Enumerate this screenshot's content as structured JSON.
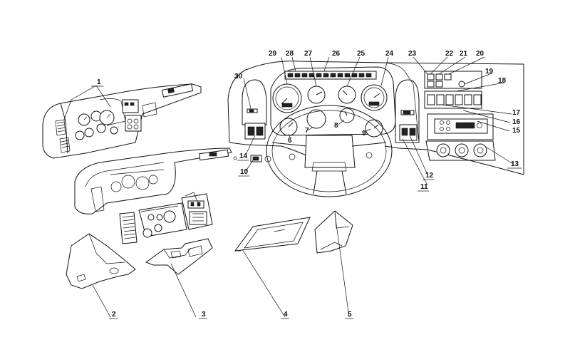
{
  "callouts": {
    "c1": "1",
    "c2": "2",
    "c3": "3",
    "c4": "4",
    "c5": "5",
    "c6": "6",
    "c7": "7",
    "c8": "8",
    "c9": "9",
    "c10": "10",
    "c11": "11",
    "c12": "12",
    "c13": "13",
    "c14": "14",
    "c15": "15",
    "c16": "16",
    "c17": "17",
    "c18": "18",
    "c19": "19",
    "c20": "20",
    "c21": "21",
    "c22": "22",
    "c23": "23",
    "c24": "24",
    "c25": "25",
    "c26": "26",
    "c27": "27",
    "c28": "28",
    "c29": "29",
    "c30": "30"
  },
  "colors": {
    "line": "#111111",
    "background": "#ffffff"
  }
}
